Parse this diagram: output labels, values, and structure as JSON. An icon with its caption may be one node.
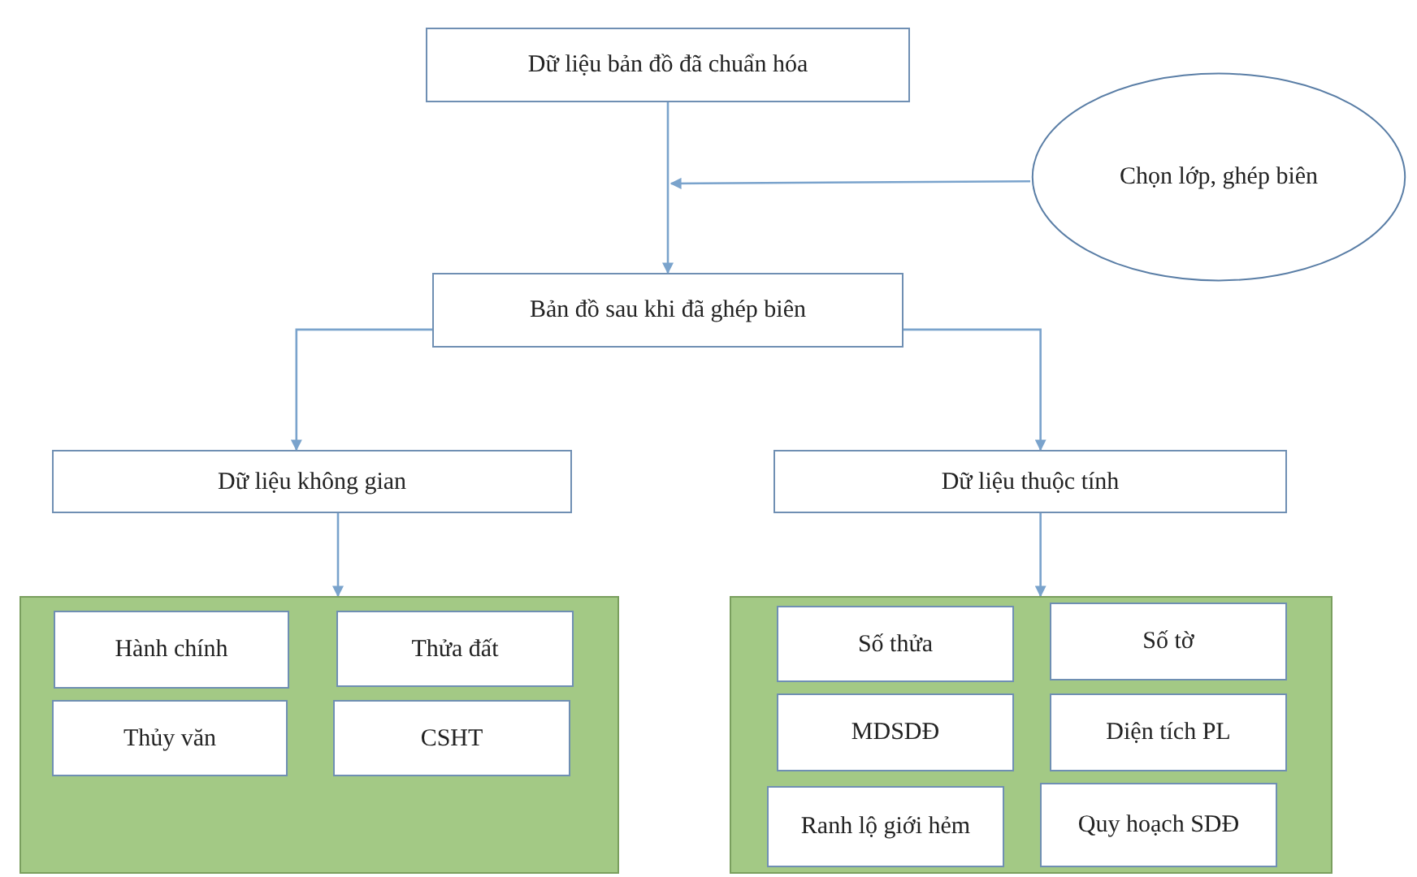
{
  "diagram": {
    "nodes": [
      {
        "text": [
          "Dữ liệu bản đồ đã chuẩn hóa"
        ]
      },
      {
        "text": [
          "Chọn lớp, ghép biên"
        ]
      },
      {
        "text": [
          "Bản đồ sau khi đã ghép biên"
        ]
      },
      {
        "text": [
          "Dữ liệu không gian"
        ]
      },
      {
        "text": [
          "Dữ liệu thuộc tính"
        ]
      },
      {
        "text": [],
        "shape": "box"
      },
      {
        "text": [
          "Hành chính"
        ],
        "in": 5
      },
      {
        "text": [
          "Thửa đất"
        ],
        "in": 5
      },
      {
        "text": [
          "Thủy văn"
        ],
        "in": 5
      },
      {
        "text": [
          "CSHT"
        ],
        "in": 5
      },
      {
        "text": [],
        "shape": "box"
      },
      {
        "text": [
          "Số thửa"
        ],
        "in": 10
      },
      {
        "text": [
          "Số tờ"
        ],
        "in": 10
      },
      {
        "text": [
          "MDSDĐ"
        ],
        "in": 10
      },
      {
        "text": [
          "Diện tích PL"
        ],
        "in": 10
      },
      {
        "text": [
          "Ranh lộ giới hẻm"
        ],
        "in": 10
      },
      {
        "text": [
          "Quy hoạch SDĐ"
        ],
        "in": 10
      }
    ],
    "edges": [
      {
        "from": 0,
        "to": 2,
        "arrow": "to"
      },
      {
        "from": 1,
        "to": null,
        "arrow": "to"
      },
      {
        "from": 2,
        "to": 3,
        "arrow": "to"
      },
      {
        "from": 2,
        "to": 4,
        "arrow": "to"
      },
      {
        "from": 3,
        "to": 5,
        "arrow": "to"
      },
      {
        "from": 4,
        "to": 10,
        "arrow": "to"
      }
    ]
  }
}
